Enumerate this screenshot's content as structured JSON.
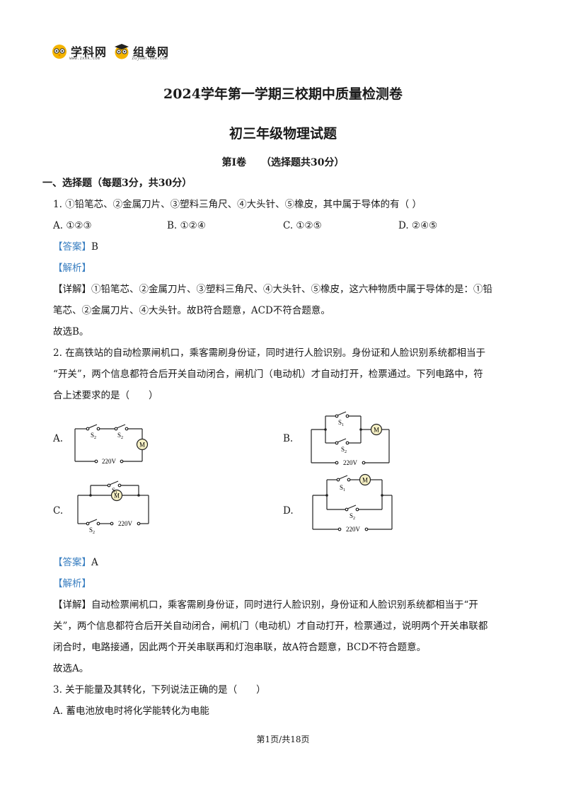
{
  "header": {
    "logo1": "学科网",
    "logo1_sub": "www.zxxk.com",
    "logo2": "组卷网",
    "logo2_sub": "zujuan.xkw.com"
  },
  "title": "2024学年第一学期三校期中质量检测卷",
  "subtitle": "初三年级物理试题",
  "volume": "第Ⅰ卷　　（选择题共30分）",
  "section1": "一、选择题（每题3分，共30分）",
  "q1": {
    "stem": "1. ①铅笔芯、②金属刀片、③塑料三角尺、④大头针、⑤橡皮，其中属于导体的有（   ）",
    "options": [
      "A. ①②③",
      "B. ①②④",
      "C. ①②⑤",
      "D. ②④⑤"
    ],
    "answer_tag": "【答案】",
    "answer": "B",
    "analysis_tag": "【解析】",
    "detail_tag": "【详解】",
    "detail_line1": "①铅笔芯、②金属刀片、③塑料三角尺、④大头针、⑤橡皮，这六种物质中属于导体的是：①铅",
    "detail_line2": "笔芯、②金属刀片、④大头针。故B符合题意，ACD不符合题意。",
    "conclusion": "故选B。"
  },
  "q2": {
    "stem_line1": "2. 在高铁站的自动检票闸机口，乘客需刷身份证，同时进行人脸识别。身份证和人脸识别系统都相当于",
    "stem_line2": "“开关”，两个信息都符合后开关自动闭合，闸机门（电动机）才自动打开，检票通过。下列电路中，符",
    "stem_line3": "合上述要求的是（　　）",
    "option_labels": [
      "A.",
      "B.",
      "C.",
      "D."
    ],
    "circuit_labels": {
      "s1": "S",
      "s2": "S",
      "sub1": "1",
      "sub2": "2",
      "motor": "M",
      "voltage": "220V"
    },
    "answer_tag": "【答案】",
    "answer": "A",
    "analysis_tag": "【解析】",
    "detail_tag": "【详解】",
    "detail_line1": "自动检票闸机口，乘客需刷身份证，同时进行人脸识别，身份证和人脸识别系统都相当于“开",
    "detail_line2": "关”，两个信息都符合后开关自动闭合，闸机门（电动机）才自动打开，检票通过，说明两个开关串联都",
    "detail_line3": "闭合时，电路接通，因此两个开关串联再和灯泡串联，故A符合题意，BCD不符合题意。",
    "conclusion": "故选A。"
  },
  "q3": {
    "stem": "3. 关于能量及其转化，下列说法正确的是（　　）",
    "option_a": "A.  蓄电池放电时将化学能转化为电能"
  },
  "footer": "第1页/共18页"
}
